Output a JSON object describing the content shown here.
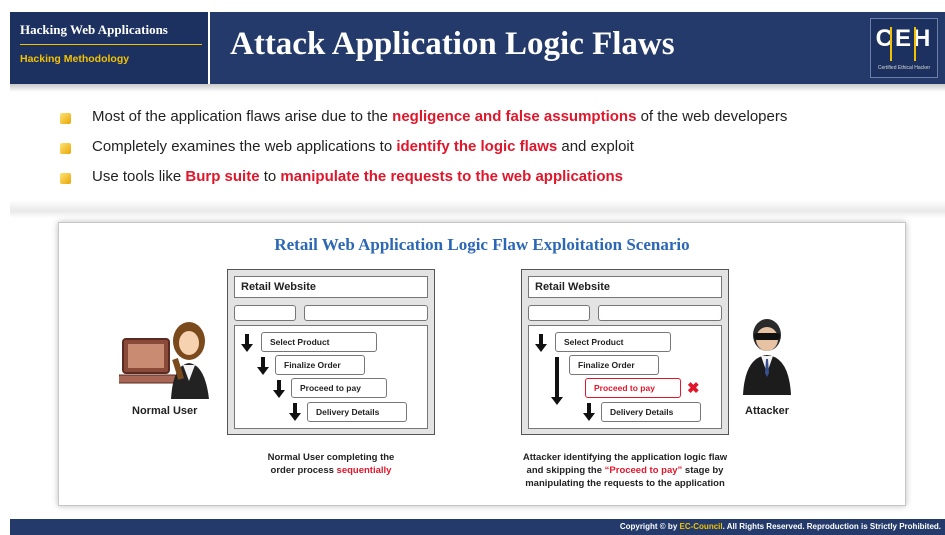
{
  "header": {
    "course": "Hacking Web Applications",
    "module": "Hacking Methodology",
    "title": "Attack Application Logic Flaws",
    "logo_letters": "CEH",
    "logo_sub": "Certified   Ethical   Hacker"
  },
  "bullets": [
    {
      "before": "Most of the application flaws arise due to the ",
      "highlight": "negligence and false assumptions",
      "after": " of the web developers"
    },
    {
      "before": "Completely examines the web applications to ",
      "highlight": "identify the logic flaws",
      "after": " and exploit"
    },
    {
      "before": "Use tools like ",
      "highlight": "Burp suite",
      "mid": " to ",
      "highlight2": "manipulate the requests to the web applications"
    }
  ],
  "diagram": {
    "title": "Retail Web Application Logic Flaw Exploitation Scenario",
    "normal": {
      "actor": "Normal User",
      "site_title": "Retail Website",
      "steps": [
        "Select Product",
        "Finalize Order",
        "Proceed to pay",
        "Delivery Details"
      ],
      "caption_line1": "Normal User completing the",
      "caption_line2_before": "order process ",
      "caption_line2_highlight": "sequentially"
    },
    "attacker": {
      "actor": "Attacker",
      "site_title": "Retail Website",
      "steps": [
        "Select Product",
        "Finalize Order",
        "Proceed to pay",
        "Delivery Details"
      ],
      "caption_line1": "Attacker identifying the application logic flaw",
      "caption_line2_before": "and skipping the ",
      "caption_line2_highlight": "“Proceed to pay”",
      "caption_line2_after": " stage by",
      "caption_line3": "manipulating the requests to the application"
    }
  },
  "footer": {
    "before": "Copyright © by ",
    "brand": "EC-Council",
    "after": ". All Rights Reserved. Reproduction is Strictly Prohibited."
  },
  "colors": {
    "header_bg": "#243a6b",
    "accent_yellow": "#f2c200",
    "highlight_red": "#e0162b",
    "diagram_title": "#2c67b5"
  },
  "icons": {
    "bullet": "bullet-square-icon",
    "normal_user": "woman-laptop-icon",
    "attacker": "hacker-sunglasses-icon",
    "skip": "x-mark-icon",
    "step_arrow": "down-arrow-icon"
  }
}
